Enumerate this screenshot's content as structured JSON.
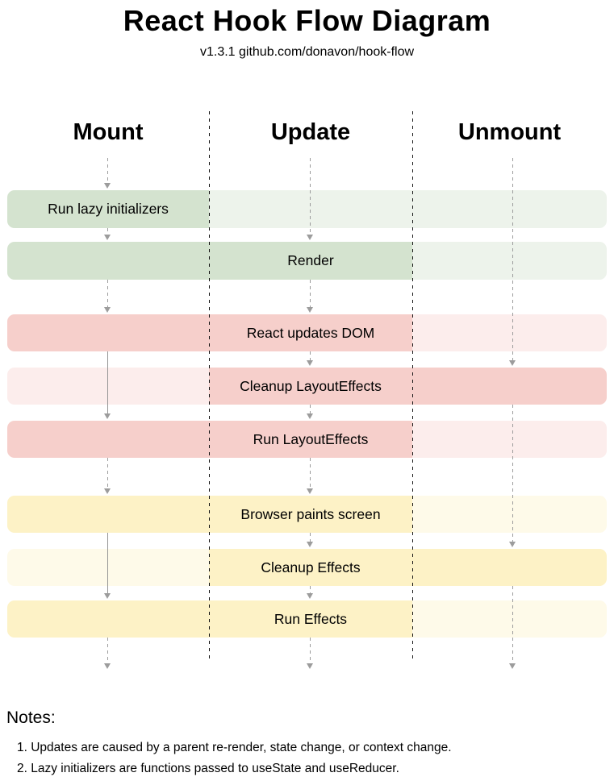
{
  "title": "React Hook Flow Diagram",
  "subtitle": "v1.3.1 github.com/donavon/hook-flow",
  "columns": [
    {
      "id": "mount",
      "label": "Mount"
    },
    {
      "id": "update",
      "label": "Update"
    },
    {
      "id": "unmount",
      "label": "Unmount"
    }
  ],
  "palette": {
    "green_dark": "#d4e3cf",
    "green_light": "#edf3eb",
    "red_dark": "#f6cfcb",
    "red_light": "#fcedec",
    "yellow_dark": "#fdf2c6",
    "yellow_light": "#fefae9",
    "separator": "#151515",
    "arrow": "#9c9c9c"
  },
  "rows": [
    {
      "id": "run-lazy-initializers",
      "label": "Run lazy initializers",
      "group": "green",
      "active": [
        "mount"
      ],
      "label_column": "mount"
    },
    {
      "id": "render",
      "label": "Render",
      "group": "green",
      "active": [
        "mount",
        "update"
      ],
      "label_column": "update"
    },
    {
      "id": "react-updates-dom",
      "label": "React updates DOM",
      "group": "red",
      "active": [
        "mount",
        "update"
      ],
      "label_column": "update"
    },
    {
      "id": "cleanup-layout-effects",
      "label": "Cleanup LayoutEffects",
      "group": "red",
      "active": [
        "update",
        "unmount"
      ],
      "label_column": "update"
    },
    {
      "id": "run-layout-effects",
      "label": "Run LayoutEffects",
      "group": "red",
      "active": [
        "mount",
        "update"
      ],
      "label_column": "update"
    },
    {
      "id": "browser-paints-screen",
      "label": "Browser paints screen",
      "group": "yellow",
      "active": [
        "mount",
        "update"
      ],
      "label_column": "update"
    },
    {
      "id": "cleanup-effects",
      "label": "Cleanup Effects",
      "group": "yellow",
      "active": [
        "update",
        "unmount"
      ],
      "label_column": "update"
    },
    {
      "id": "run-effects",
      "label": "Run Effects",
      "group": "yellow",
      "active": [
        "mount",
        "update"
      ],
      "label_column": "update"
    }
  ],
  "flows": [
    {
      "column": "mount",
      "from": "header",
      "to": "run-lazy-initializers",
      "style": "dashed"
    },
    {
      "column": "mount",
      "from": "run-lazy-initializers",
      "to": "render",
      "style": "dashed"
    },
    {
      "column": "mount",
      "from": "render",
      "to": "react-updates-dom",
      "style": "dashed"
    },
    {
      "column": "mount",
      "from": "react-updates-dom",
      "to": "run-layout-effects",
      "style": "solid"
    },
    {
      "column": "mount",
      "from": "run-layout-effects",
      "to": "browser-paints-screen",
      "style": "dashed"
    },
    {
      "column": "mount",
      "from": "browser-paints-screen",
      "to": "run-effects",
      "style": "solid"
    },
    {
      "column": "mount",
      "from": "run-effects",
      "to": "exit",
      "style": "dashed"
    },
    {
      "column": "update",
      "from": "header",
      "to": "render",
      "style": "dashed"
    },
    {
      "column": "update",
      "from": "render",
      "to": "react-updates-dom",
      "style": "dashed"
    },
    {
      "column": "update",
      "from": "react-updates-dom",
      "to": "cleanup-layout-effects",
      "style": "dashed"
    },
    {
      "column": "update",
      "from": "cleanup-layout-effects",
      "to": "run-layout-effects",
      "style": "dashed"
    },
    {
      "column": "update",
      "from": "run-layout-effects",
      "to": "browser-paints-screen",
      "style": "dashed"
    },
    {
      "column": "update",
      "from": "browser-paints-screen",
      "to": "cleanup-effects",
      "style": "dashed"
    },
    {
      "column": "update",
      "from": "cleanup-effects",
      "to": "run-effects",
      "style": "dashed"
    },
    {
      "column": "update",
      "from": "run-effects",
      "to": "exit",
      "style": "dashed"
    },
    {
      "column": "unmount",
      "from": "header",
      "to": "cleanup-layout-effects",
      "style": "dashed"
    },
    {
      "column": "unmount",
      "from": "cleanup-layout-effects",
      "to": "cleanup-effects",
      "style": "dashed"
    },
    {
      "column": "unmount",
      "from": "cleanup-effects",
      "to": "exit",
      "style": "dashed"
    }
  ],
  "notes": {
    "heading": "Notes:",
    "items": [
      "1. Updates are caused by a parent re-render, state change, or context change.",
      "2. Lazy initializers are functions passed to useState and useReducer."
    ]
  }
}
